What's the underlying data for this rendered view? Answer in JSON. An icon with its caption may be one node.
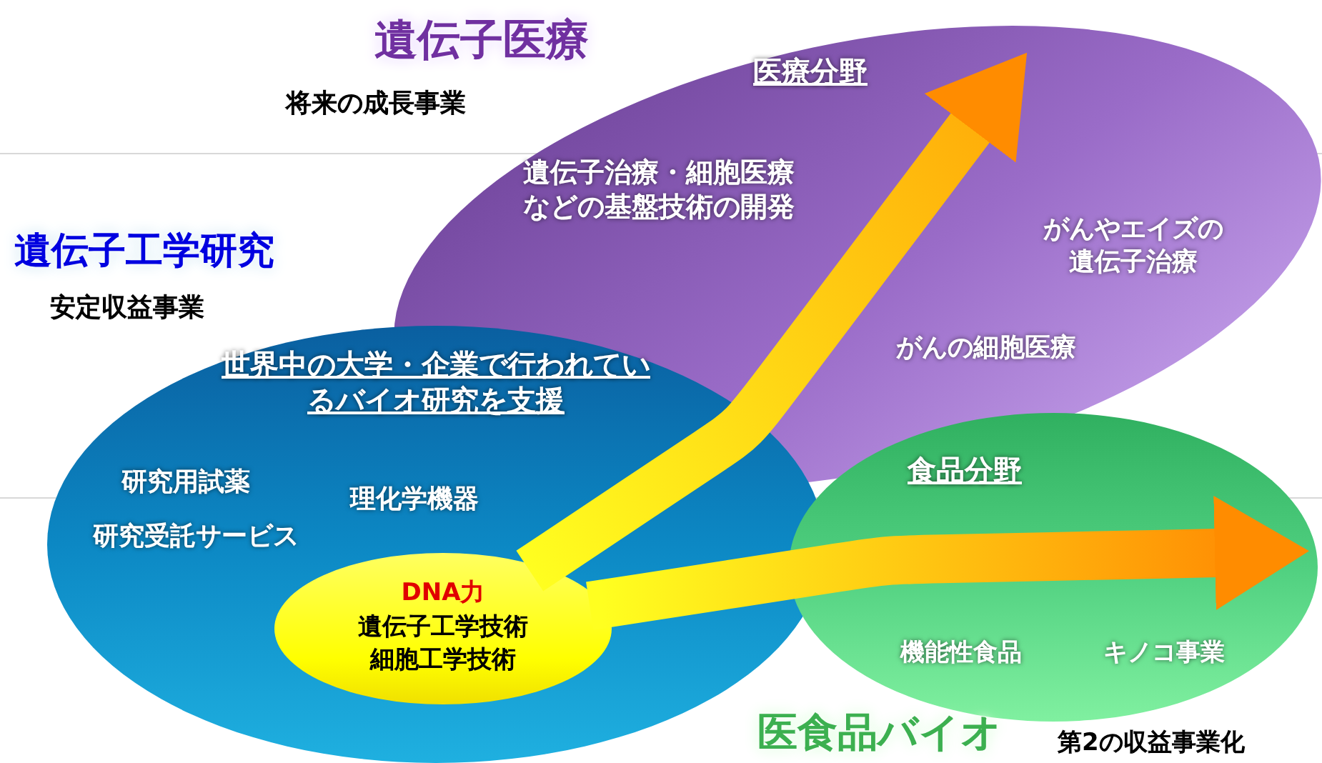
{
  "diagram": {
    "nodes": [
      {
        "text": [
          "遺伝子医療",
          "将来の成長事業",
          "医療分野",
          "遺伝子治療・細胞医療などの基盤技術の開発",
          "がんやエイズの遺伝子治療",
          "がんの細胞医療"
        ]
      },
      {
        "text": [
          "遺伝子工学研究",
          "安定収益事業",
          "世界中の大学・企業で行われているバイオ研究を支援",
          "研究用試薬",
          "理化学機器",
          "研究受託サービス"
        ]
      },
      {
        "text": [
          "DNA力",
          "遺伝子工学技術",
          "細胞工学技術"
        ],
        "in": 1
      },
      {
        "text": [
          "食品分野",
          "機能性食品",
          "キノコ事業",
          "医食品バイオ",
          "第2の収益事業化"
        ]
      }
    ],
    "edges": [
      {
        "from": 2,
        "to": 0,
        "arrow": "to",
        "style": "thick"
      },
      {
        "from": 2,
        "to": 3,
        "arrow": "to",
        "style": "thick"
      }
    ]
  }
}
